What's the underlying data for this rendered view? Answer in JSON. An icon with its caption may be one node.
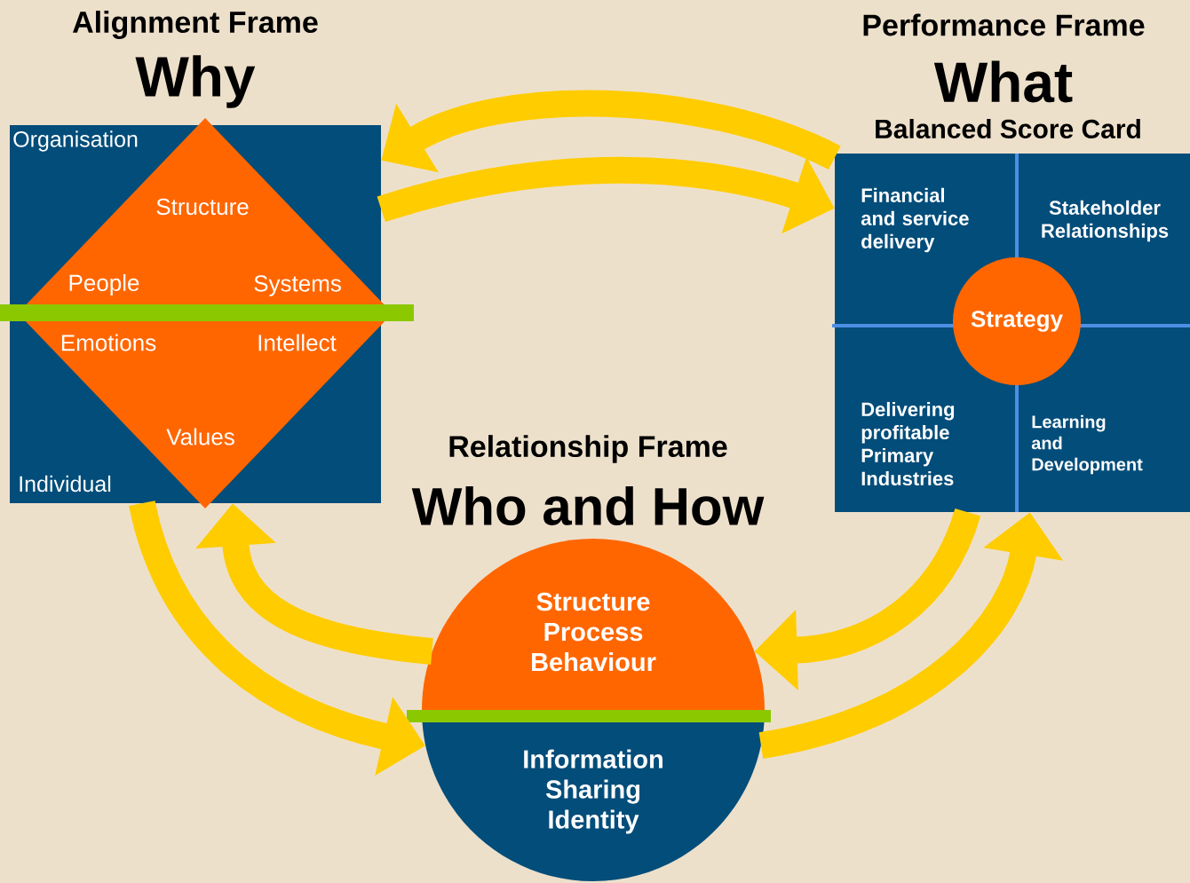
{
  "diagram": {
    "nodes": [
      {
        "text": [
          "Alignment Frame",
          "Why",
          "Organisation",
          "Individual"
        ]
      },
      {
        "text": [
          "Structure",
          "People",
          "Systems",
          "Emotions",
          "Intellect",
          "Values"
        ],
        "in": 0
      },
      {
        "text": [
          "Performance Frame",
          "What",
          "Balanced Score Card"
        ]
      },
      {
        "text": [
          "Financial and service delivery"
        ],
        "in": 2
      },
      {
        "text": [
          "Stakeholder Relationships"
        ],
        "in": 2
      },
      {
        "text": [
          "Delivering profitable Primary Industries"
        ],
        "in": 2
      },
      {
        "text": [
          "Learning and Development"
        ],
        "in": 2
      },
      {
        "text": [
          "Strategy"
        ],
        "in": 2
      },
      {
        "text": [
          "Relationship Frame",
          "Who and How"
        ]
      },
      {
        "text": [
          "Structure Process Behaviour"
        ],
        "in": 8
      },
      {
        "text": [
          "Information Sharing Identity"
        ],
        "in": 8
      }
    ],
    "edges": [
      {
        "from": 2,
        "to": 0,
        "arrow": "to"
      },
      {
        "from": 0,
        "to": 2,
        "arrow": "to"
      },
      {
        "from": 0,
        "to": 8,
        "arrow": "to"
      },
      {
        "from": 8,
        "to": 0,
        "arrow": "to"
      },
      {
        "from": 2,
        "to": 8,
        "arrow": "to"
      },
      {
        "from": 8,
        "to": 2,
        "arrow": "to"
      }
    ]
  }
}
